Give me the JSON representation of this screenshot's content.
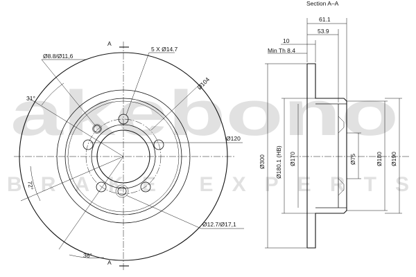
{
  "section": {
    "title": "Section A–A",
    "marker": "A"
  },
  "watermark": {
    "brand": "akebono",
    "tagline": "BRAKE EXPERTS"
  },
  "front_view": {
    "bolt_holes": "5 X Ø14.7",
    "pin_holes": "Ø8.8/Ø11,6",
    "wheel_stud_holes": "Ø12.7/Ø17,1",
    "pcd": "Ø104",
    "hub_bore_ref": "Ø120",
    "angle_top": "31°",
    "angle_bottom": "36°",
    "angle_side": "72°"
  },
  "section_view": {
    "overall_height": "61.1",
    "hat_height": "53.9",
    "thickness": "10",
    "min_thickness": "Min Th 8.4",
    "d_outer": "Ø300",
    "d_hb": "Ø180.1 (HB)",
    "d_170": "Ø170",
    "d_75": "Ø75",
    "d_180": "Ø180",
    "d_190": "Ø190"
  }
}
